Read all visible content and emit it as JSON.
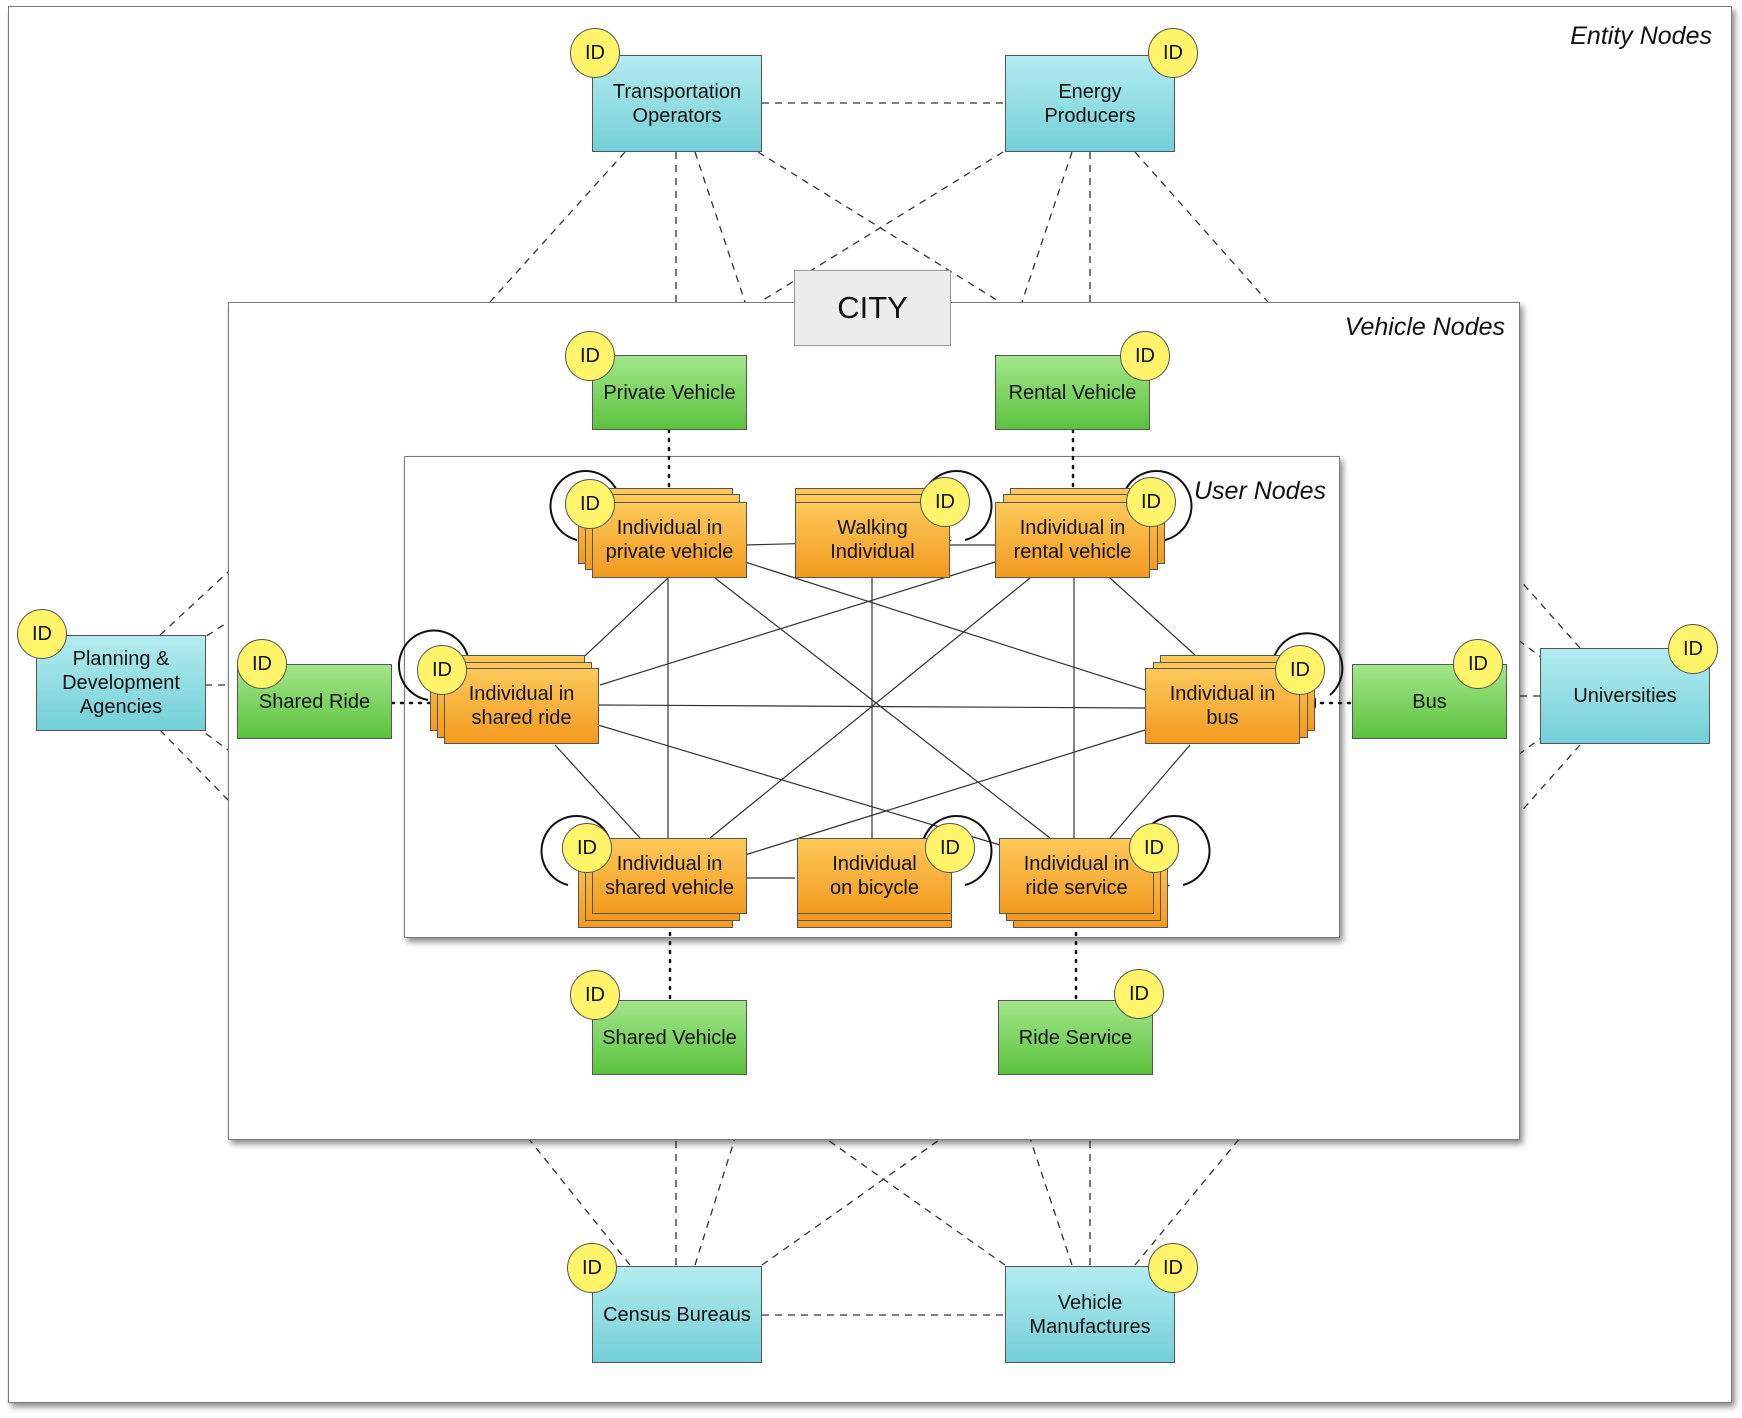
{
  "frames": {
    "entity_title": "Entity Nodes",
    "vehicle_title": "Vehicle Nodes",
    "user_title": "User Nodes",
    "city_label": "CITY"
  },
  "badge_label": "ID",
  "entity_nodes": {
    "transportation": "Transportation Operators",
    "energy": "Energy Producers",
    "planning": "Planning & Development Agencies",
    "universities": "Universities",
    "census": "Census Bureaus",
    "manufacturers": "Vehicle Manufactures"
  },
  "vehicle_nodes": {
    "private": "Private Vehicle",
    "rental": "Rental Vehicle",
    "shared_ride": "Shared Ride",
    "bus": "Bus",
    "shared_vehicle": "Shared Vehicle",
    "ride_service": "Ride Service"
  },
  "user_nodes": {
    "private": "Individual in private vehicle",
    "walking": "Walking Individual",
    "rental": "Individual in rental vehicle",
    "shared_ride": "Individual in shared ride",
    "bus": "Individual in bus",
    "shared_vehicle": "Individual in shared vehicle",
    "bicycle": "Individual on bicycle",
    "ride_service": "Individual in ride service"
  },
  "colors": {
    "entity": "#8fdde3",
    "vehicle": "#7ed35f",
    "user": "#f7b03a",
    "badge": "#fff46a",
    "city": "#ececec"
  }
}
